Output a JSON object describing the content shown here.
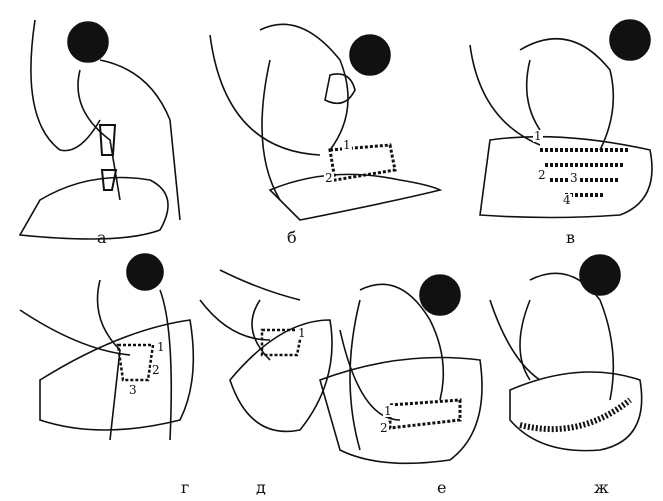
{
  "panels": [
    {
      "label": "а",
      "numbers": []
    },
    {
      "label": "б",
      "numbers": [
        "1",
        "2"
      ]
    },
    {
      "label": "в",
      "numbers": [
        "1",
        "2",
        "3",
        "4"
      ]
    },
    {
      "label": "г",
      "numbers": [
        "1",
        "2",
        "3"
      ]
    },
    {
      "label": "д",
      "numbers": [
        "1"
      ]
    },
    {
      "label": "е",
      "numbers": [
        "1",
        "2"
      ]
    },
    {
      "label": "ж",
      "numbers": []
    }
  ],
  "colors": {
    "ink": "#111111",
    "paper": "#ffffff"
  }
}
